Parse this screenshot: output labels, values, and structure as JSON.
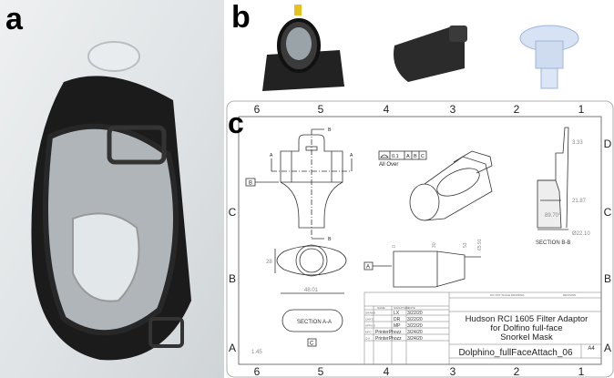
{
  "panels": {
    "a": {
      "label": "a"
    },
    "b": {
      "label": "b"
    },
    "c": {
      "label": "c"
    }
  },
  "drawing": {
    "columns": [
      "6",
      "5",
      "4",
      "3",
      "2",
      "1"
    ],
    "rows_left": [
      "C",
      "B",
      "A"
    ],
    "rows_right": [
      "D",
      "C",
      "B",
      "A"
    ],
    "section_arrows": {
      "a_left": "A",
      "a_right": "A",
      "b_top": "B",
      "b_bottom": "B"
    },
    "datums": {
      "b": "B",
      "a": "A",
      "c": "C"
    },
    "tolerance": {
      "value": "0.1",
      "refs": [
        "A",
        "B",
        "C"
      ],
      "note": "All Over"
    },
    "dimensions": {
      "d333": "3.33",
      "d2187": "21.87",
      "angle": "89.70°",
      "dia": "Ø22.10",
      "d28": "28",
      "d4801": "48.01",
      "d145": "1.45",
      "ord0": "0",
      "ord30": "30",
      "ord53": "53",
      "ord6591": "65.91"
    },
    "section_bb": "SECTION B-B",
    "section_aa": "SECTION A-A",
    "title_block": {
      "title_line1": "Hudson RCI 1605 Filter Adaptor",
      "title_line2": "for Dolfino full-face",
      "title_line3": "Snorkel Mask",
      "dwg_no": "Dolphino_fullFaceAttach_06",
      "size": "A4",
      "header_note": "DO NOT SCALE DRAWING",
      "revision": "REVISION",
      "col_name": "NAME",
      "col_signature": "SIGNATURE",
      "col_date": "DATE",
      "rows": [
        {
          "role": "DRAWN",
          "name": "",
          "sig": "LX",
          "date": "3/22/20"
        },
        {
          "role": "CHK'D",
          "name": "",
          "sig": "DR",
          "date": "3/22/20"
        },
        {
          "role": "APPV'D",
          "name": "",
          "sig": "MP",
          "date": "3/22/20"
        },
        {
          "role": "MFG",
          "name": "PrinterPhozz",
          "sig": "",
          "date": "3/24/20"
        },
        {
          "role": "Q.A",
          "name": "PrinterPhozz",
          "sig": "",
          "date": "3/24/20"
        }
      ]
    }
  },
  "colors": {
    "line": "#333333",
    "frame": "#555555",
    "mask_dark": "#1b1b1b"
  }
}
